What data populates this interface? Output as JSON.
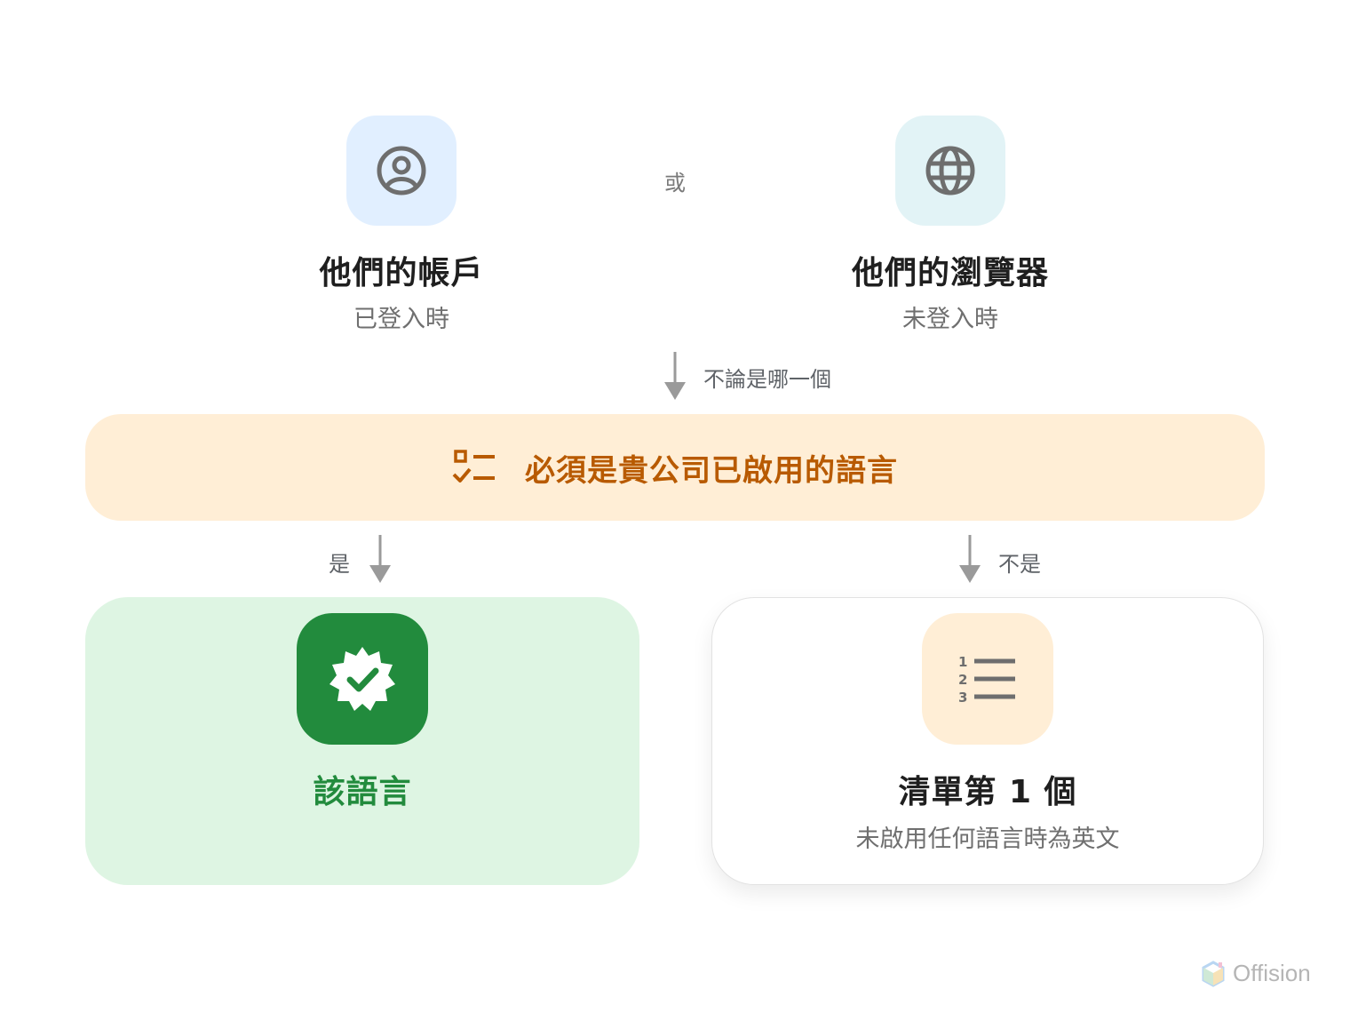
{
  "top": {
    "left": {
      "title": "他們的帳戶",
      "subtitle": "已登入時",
      "icon": "account-circle-icon",
      "tile_color": "#e1efff"
    },
    "or_label": "或",
    "right": {
      "title": "他們的瀏覽器",
      "subtitle": "未登入時",
      "icon": "globe-icon",
      "tile_color": "#e2f3f6"
    }
  },
  "either_label": "不論是哪一個",
  "condition": {
    "text": "必須是貴公司已啟用的語言",
    "icon": "checklist-icon",
    "bg_color": "#ffeed6",
    "text_color": "#b85a00"
  },
  "yes_label": "是",
  "no_label": "不是",
  "result_yes": {
    "title": "該語言",
    "icon": "verified-badge-icon",
    "bg_color": "#def5e3",
    "accent": "#228b3d"
  },
  "result_no": {
    "title": "清單第 1 個",
    "subtitle": "未啟用任何語言時為英文",
    "icon": "numbered-list-icon",
    "tile_color": "#ffeed6"
  },
  "brand": {
    "name": "Offision"
  }
}
